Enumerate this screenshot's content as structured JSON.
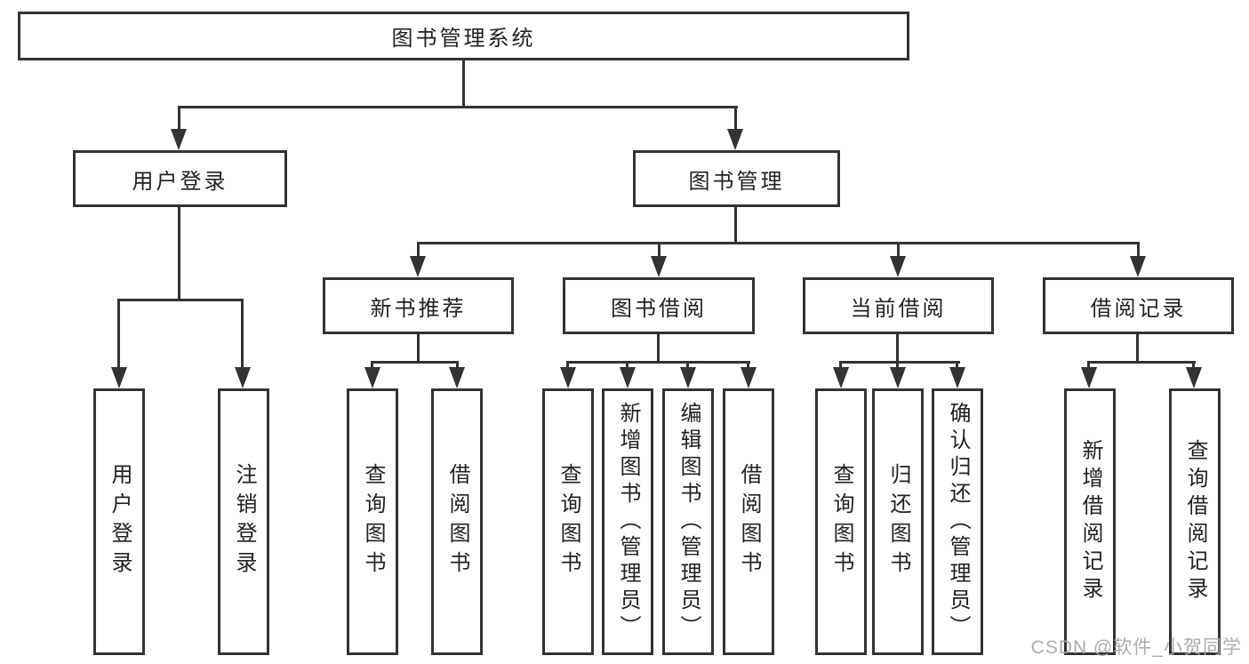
{
  "tree": {
    "root": "图书管理系统",
    "children": [
      {
        "label": "用户登录",
        "children": [
          "用户登录",
          "注销登录"
        ]
      },
      {
        "label": "图书管理",
        "children": [
          {
            "label": "新书推荐",
            "children": [
              "查询图书",
              "借阅图书"
            ]
          },
          {
            "label": "图书借阅",
            "children": [
              "查询图书",
              "新增图书（管理员）",
              "编辑图书（管理员）",
              "借阅图书"
            ]
          },
          {
            "label": "当前借阅",
            "children": [
              "查询图书",
              "归还图书",
              "确认归还（管理员）"
            ]
          },
          {
            "label": "借阅记录",
            "children": [
              "新增借阅记录",
              "查询借阅记录"
            ]
          }
        ]
      }
    ]
  },
  "watermark": {
    "text": "CSDN @软件_小贺同学"
  },
  "colors": {
    "line": "#333333",
    "text": "#222222",
    "background": "#ffffff",
    "watermark": "#a9a9a9"
  }
}
